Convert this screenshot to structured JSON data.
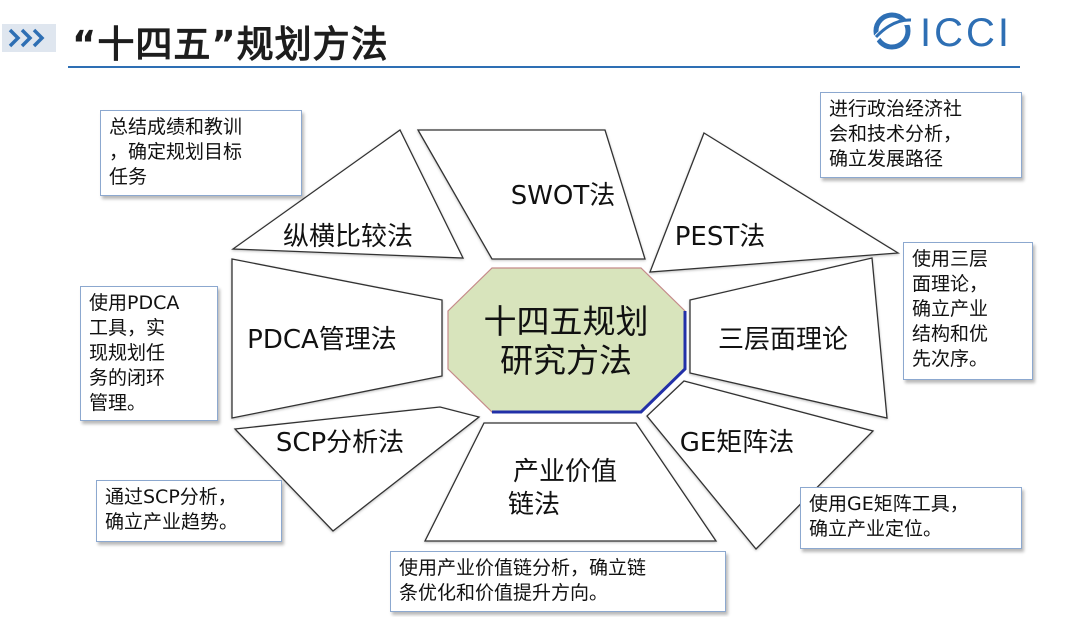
{
  "header": {
    "title": "“十四五”规划方法",
    "logo_text": "ICCI",
    "accent_color": "#2e6fb4"
  },
  "diagram": {
    "center": {
      "line1": "十四五规划",
      "line2": "研究方法",
      "fill": "#d8e4bc"
    },
    "methods": {
      "swot": "SWOT法",
      "pest": "PEST法",
      "three_layer": "三层面理论",
      "ge": "GE矩阵法",
      "value_chain_1": "产业价值",
      "value_chain_2": "链法",
      "scp": "SCP分析法",
      "pdca": "PDCA管理法",
      "compare": "纵横比较法"
    },
    "notes": {
      "compare": "总结成绩和教训\n，确定规划目标\n任务",
      "pest": "进行政治经济社\n会和技术分析，\n确立发展路径",
      "three_layer": "使用三层\n面理论，\n确立产业\n结构和优\n先次序。",
      "pdca": "使用PDCA\n工具，实\n现规划任\n务的闭环\n管理。",
      "scp": "通过SCP分析，\n确立产业趋势。",
      "ge": "使用GE矩阵工具，\n确立产业定位。",
      "value_chain": "使用产业价值链分析，确立链\n条优化和价值提升方向。"
    }
  }
}
